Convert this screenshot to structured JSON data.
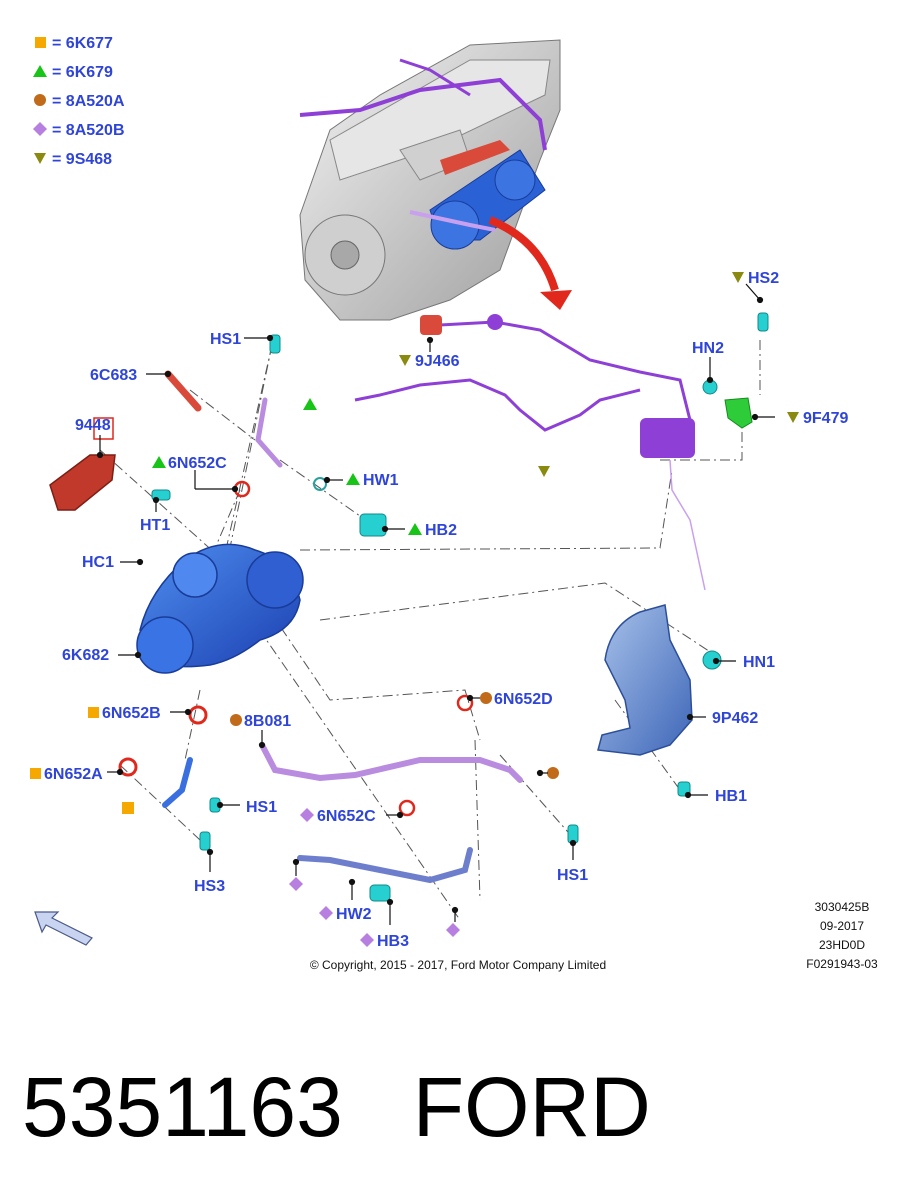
{
  "legend": [
    {
      "symbol": "square",
      "color": "#f5a800",
      "text": "= 6K677"
    },
    {
      "symbol": "triangle",
      "color": "#17c417",
      "text": "= 6K679"
    },
    {
      "symbol": "circle",
      "color": "#c06a1a",
      "text": "= 8A520A"
    },
    {
      "symbol": "diamond",
      "color": "#b77fe0",
      "text": "= 8A520B"
    },
    {
      "symbol": "triangle-down",
      "color": "#8a8a10",
      "text": "= 9S468"
    }
  ],
  "callouts": {
    "hs2": "HS2",
    "hn2": "HN2",
    "f9479": "9F479",
    "j9466": "9J466",
    "hs1_top": "HS1",
    "c6683": "6C683",
    "n9448": "9448",
    "n6652c_top": "6N652C",
    "hw1": "HW1",
    "hb2": "HB2",
    "ht1": "HT1",
    "hc1": "HC1",
    "k6682": "6K682",
    "hn1": "HN1",
    "p9462": "9P462",
    "hb1": "HB1",
    "n6652b": "6N652B",
    "b8081": "8B081",
    "n6652d": "6N652D",
    "n6652a": "6N652A",
    "hs1_mid": "HS1",
    "n6652c_bot": "6N652C",
    "hs1_right": "HS1",
    "hs3": "HS3",
    "hw2": "HW2",
    "hb3": "HB3"
  },
  "meta": {
    "ref": "3030425B",
    "date": "09-2017",
    "code": "23HD0D",
    "figure": "F0291943-03",
    "copyright": "© Copyright, 2015 - 2017, Ford Motor Company Limited"
  },
  "caption": {
    "part_number": "5351163",
    "brand": "FORD"
  },
  "colors": {
    "label": "#2f45d8",
    "turbo": "#2a62d6",
    "hose": "#b98ce0",
    "harness": "#8e3fd6",
    "gasket": "#c0392b",
    "fastener": "#27d0d0",
    "arrow": "#e0281c"
  }
}
